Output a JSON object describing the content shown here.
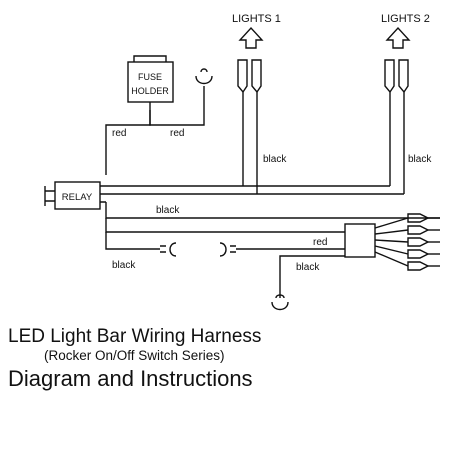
{
  "labels": {
    "lights1": "LIGHTS 1",
    "lights2": "LIGHTS 2",
    "fuse_line1": "FUSE",
    "fuse_line2": "HOLDER",
    "relay": "RELAY",
    "red_a": "red",
    "red_b": "red",
    "black_lights1": "black",
    "black_lights2": "black",
    "black_relay": "black",
    "red_switch": "red",
    "black_left": "black",
    "black_switch": "black"
  },
  "caption": {
    "title": "LED Light Bar Wiring Harness",
    "subtitle": "(Rocker On/Off Switch Series)",
    "main": "Diagram and Instructions"
  }
}
